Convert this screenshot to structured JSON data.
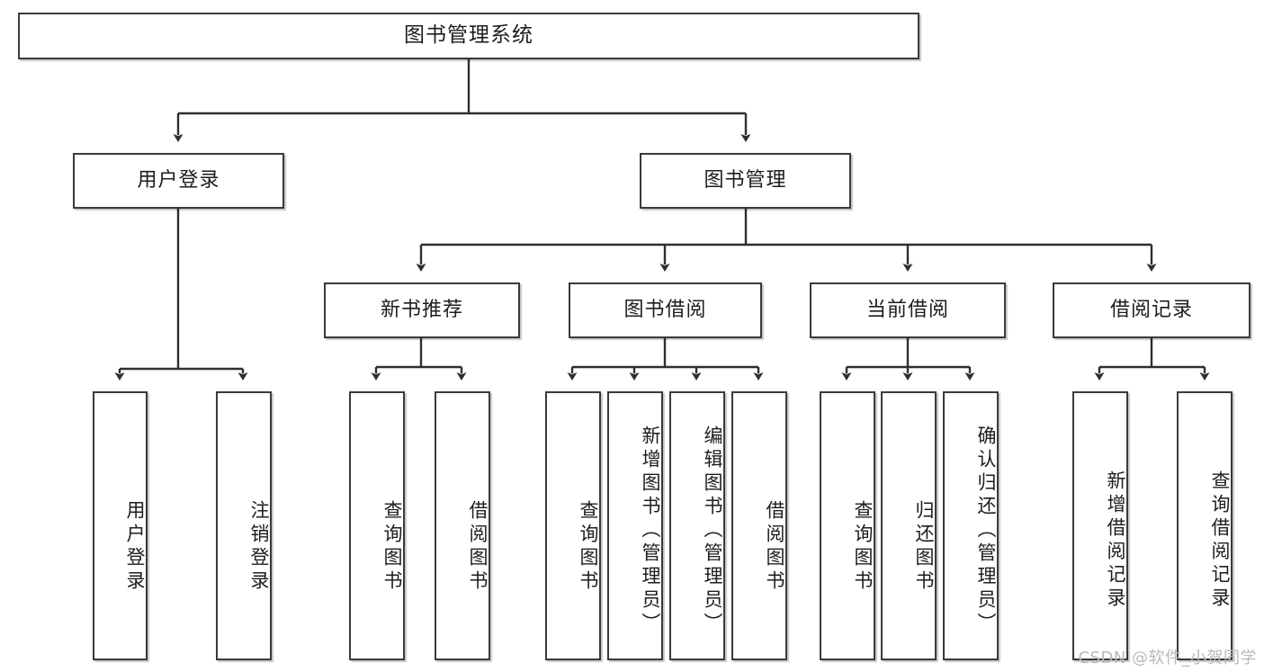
{
  "diagram": {
    "title": "图书管理系统",
    "type": "tree-hierarchy",
    "root": {
      "id": "root",
      "label": "图书管理系统"
    },
    "level2": [
      {
        "id": "user-login",
        "label": "用户登录"
      },
      {
        "id": "book-manage",
        "label": "图书管理"
      }
    ],
    "level3": [
      {
        "id": "new-book-recommend",
        "label": "新书推荐",
        "parent": "book-manage"
      },
      {
        "id": "book-borrow",
        "label": "图书借阅",
        "parent": "book-manage"
      },
      {
        "id": "current-borrow",
        "label": "当前借阅",
        "parent": "book-manage"
      },
      {
        "id": "borrow-record",
        "label": "借阅记录",
        "parent": "book-manage"
      }
    ],
    "leaves": [
      {
        "id": "leaf-user-login",
        "label": "用户登录",
        "parent": "user-login"
      },
      {
        "id": "leaf-user-logout",
        "label": "注销登录",
        "parent": "user-login"
      },
      {
        "id": "leaf-query-book-1",
        "label": "查询图书",
        "parent": "new-book-recommend"
      },
      {
        "id": "leaf-borrow-book-1",
        "label": "借阅图书",
        "parent": "new-book-recommend"
      },
      {
        "id": "leaf-query-book-2",
        "label": "查询图书",
        "parent": "book-borrow"
      },
      {
        "id": "leaf-add-book",
        "label": "新增图书（管理员）",
        "parent": "book-borrow"
      },
      {
        "id": "leaf-edit-book",
        "label": "编辑图书（管理员）",
        "parent": "book-borrow"
      },
      {
        "id": "leaf-borrow-book-2",
        "label": "借阅图书",
        "parent": "book-borrow"
      },
      {
        "id": "leaf-query-book-3",
        "label": "查询图书",
        "parent": "current-borrow"
      },
      {
        "id": "leaf-return-book",
        "label": "归还图书",
        "parent": "current-borrow"
      },
      {
        "id": "leaf-confirm-return",
        "label": "确认归还（管理员）",
        "parent": "current-borrow"
      },
      {
        "id": "leaf-add-record",
        "label": "新增借阅记录",
        "parent": "borrow-record"
      },
      {
        "id": "leaf-query-record",
        "label": "查询借阅记录",
        "parent": "borrow-record"
      }
    ],
    "watermark": "CSDN @软件_小贺同学",
    "colors": {
      "stroke": "#3a3a3a",
      "fill": "#ffffff",
      "text": "#1d1d1d",
      "watermark": "#b9b9b9"
    }
  }
}
